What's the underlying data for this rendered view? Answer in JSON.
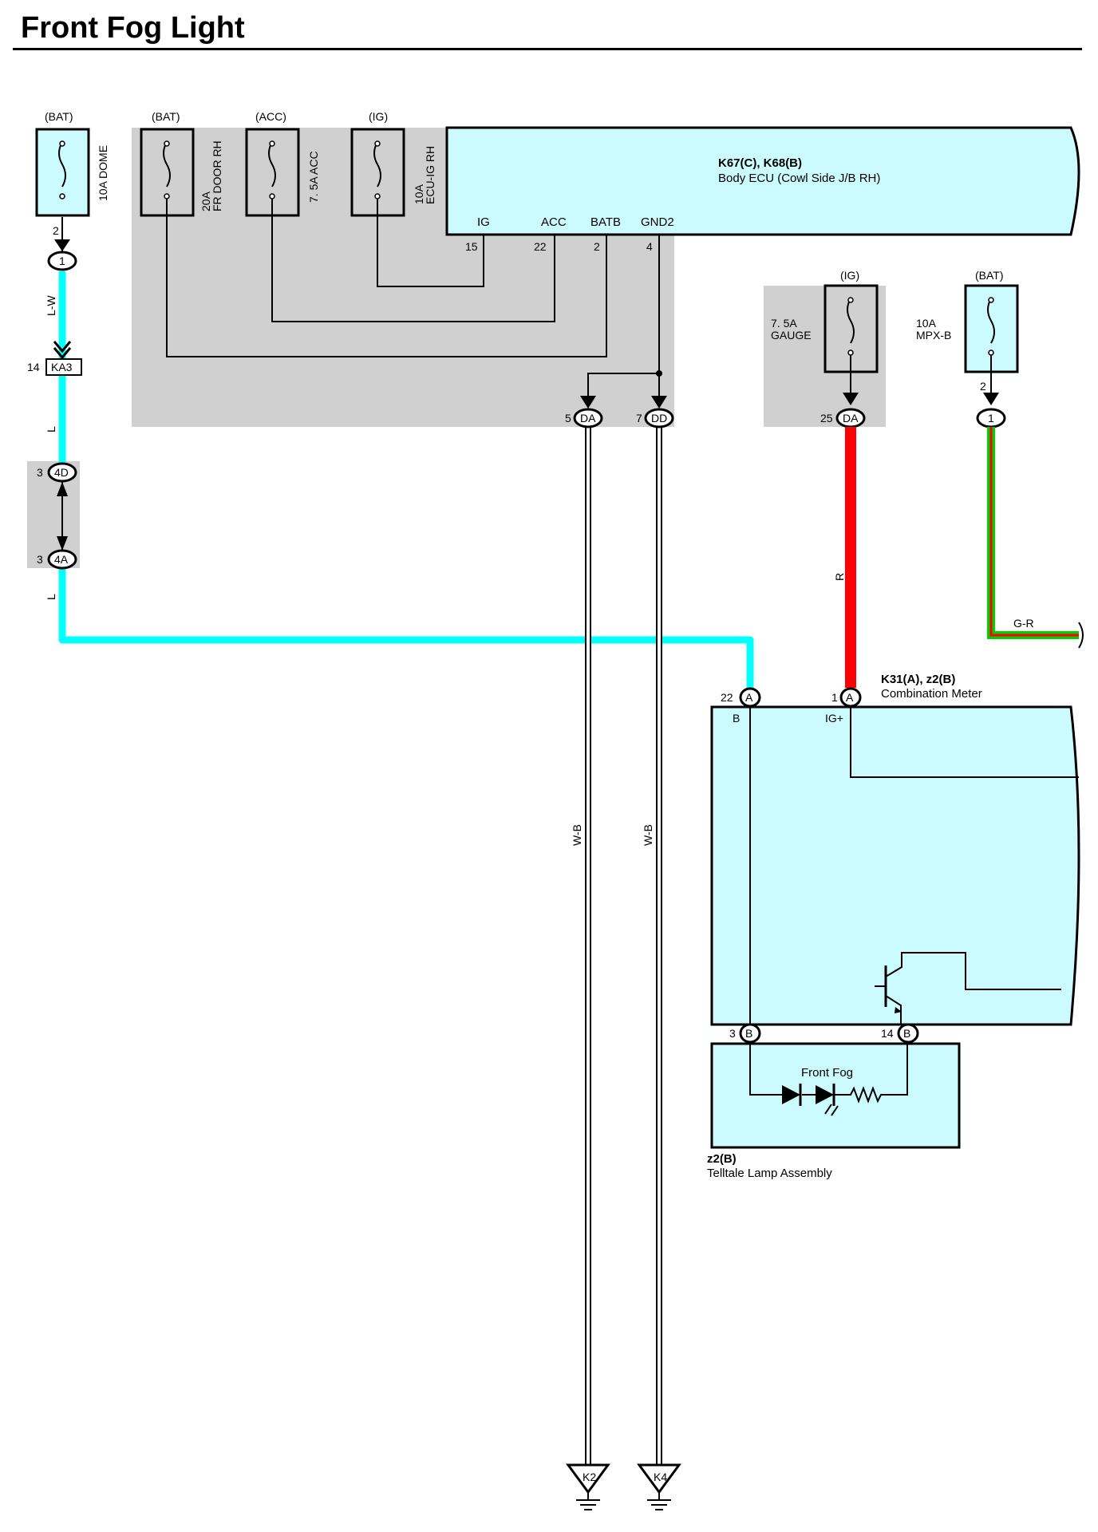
{
  "title": "Front Fog Light",
  "colors": {
    "cyan": "#00ffff",
    "red": "#ff0000",
    "green": "#00d000",
    "gray": "#d0d0d0",
    "box": "#ccfbff"
  },
  "fuses": {
    "dome": {
      "source": "(BAT)",
      "label": "10A DOME",
      "pin": "2"
    },
    "frdoor": {
      "source": "(BAT)",
      "label1": "20A",
      "label2": "FR DOOR RH"
    },
    "acc": {
      "source": "(ACC)",
      "label": "7. 5A ACC"
    },
    "ecuig": {
      "source": "(IG)",
      "label1": "10A",
      "label2": "ECU-IG RH"
    },
    "gauge": {
      "source": "(IG)",
      "label1": "7. 5A",
      "label2": "GAUGE"
    },
    "mpxb": {
      "source": "(BAT)",
      "label1": "10A",
      "label2": "MPX-B",
      "pin": "2"
    }
  },
  "body_ecu": {
    "code": "K67(C), K68(B)",
    "name": "Body ECU (Cowl Side J/B RH)",
    "terminals": [
      {
        "name": "IG",
        "pin": "15"
      },
      {
        "name": "ACC",
        "pin": "22"
      },
      {
        "name": "BATB",
        "pin": "2"
      },
      {
        "name": "GND2",
        "pin": "4"
      }
    ]
  },
  "connectors": {
    "dome_out": "1",
    "ka3": {
      "pin": "14",
      "id": "KA3"
    },
    "c4d": {
      "pin": "3",
      "id": "4D"
    },
    "c4a": {
      "pin": "3",
      "id": "4A"
    },
    "da5": {
      "pin": "5",
      "id": "DA"
    },
    "dd7": {
      "pin": "7",
      "id": "DD"
    },
    "da25": {
      "pin": "25",
      "id": "DA"
    },
    "mpx_out": "1",
    "a22": {
      "pin": "22",
      "id": "A"
    },
    "a1": {
      "pin": "1",
      "id": "A"
    },
    "b3": {
      "pin": "3",
      "id": "B"
    },
    "b14": {
      "pin": "14",
      "id": "B"
    }
  },
  "wires": {
    "lw": "L-W",
    "l1": "L",
    "l2": "L",
    "wb1": "W-B",
    "wb2": "W-B",
    "r": "R",
    "gr": "G-R"
  },
  "meter": {
    "code": "K31(A), z2(B)",
    "name": "Combination Meter",
    "term_b": "B",
    "term_ig": "IG+"
  },
  "telltale": {
    "lamp_label": "Front Fog",
    "code": "z2(B)",
    "name": "Telltale Lamp Assembly"
  },
  "grounds": {
    "g1": "K2",
    "g2": "K4"
  }
}
